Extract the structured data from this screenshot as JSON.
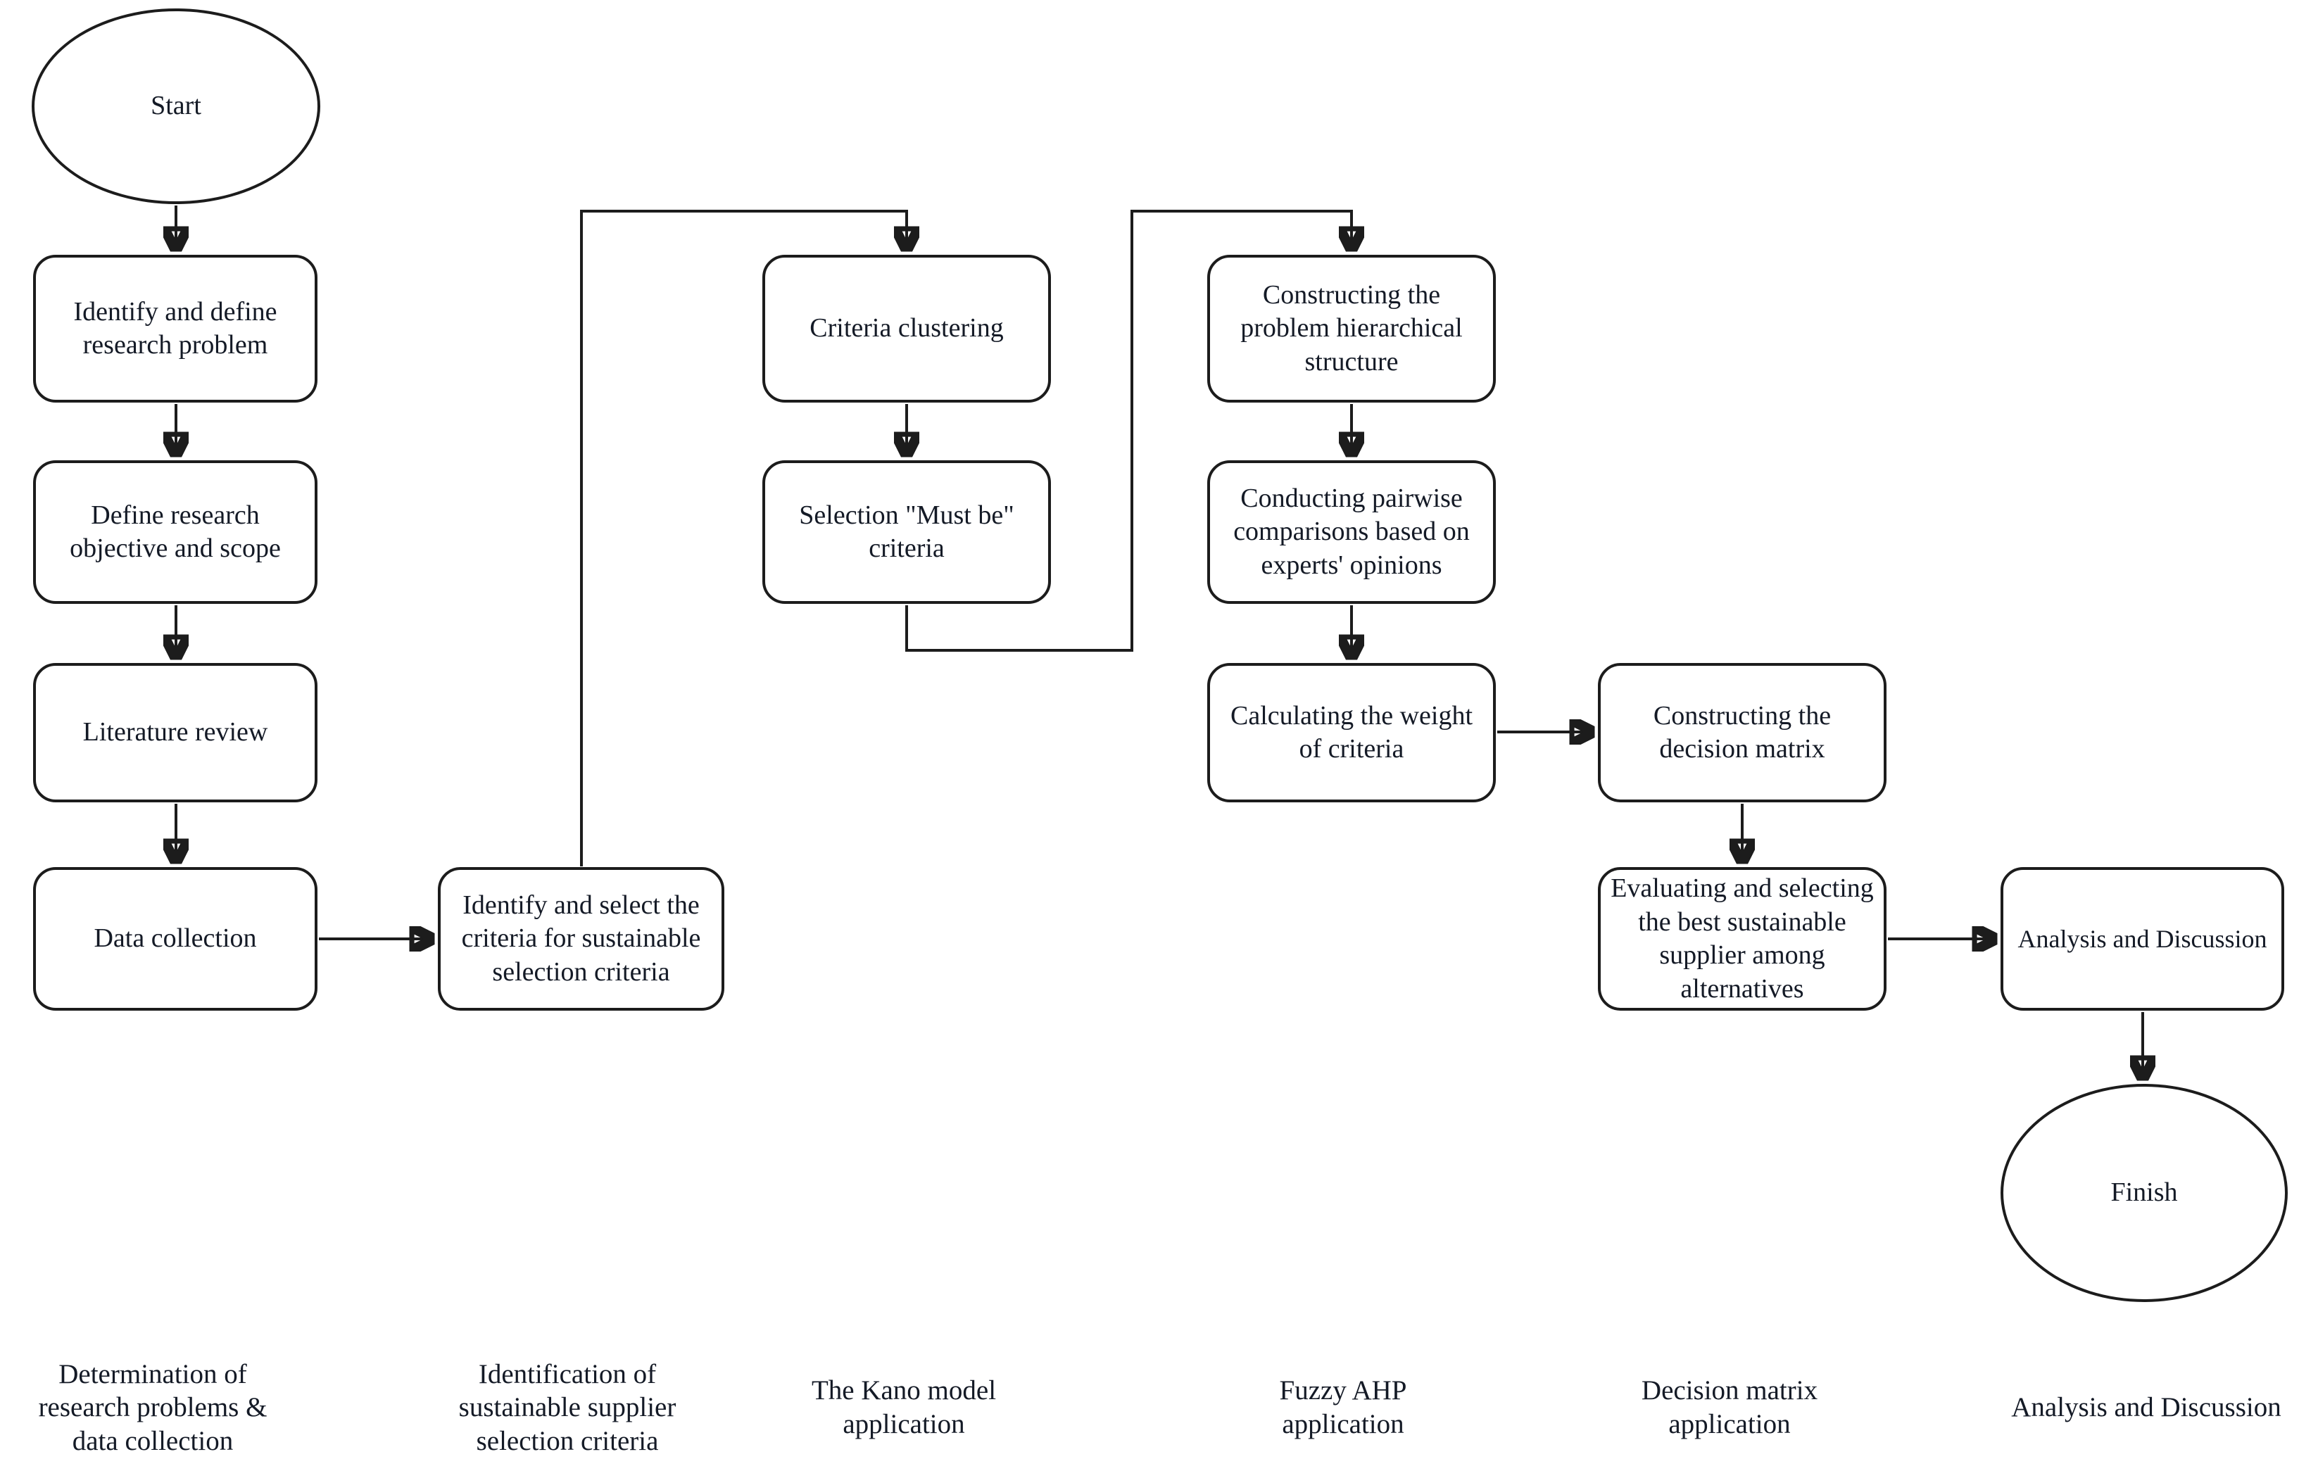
{
  "diagram": {
    "background_color": "#ffffff",
    "stroke_color": "#1c1c1c",
    "text_color": "#141a26",
    "nodes": {
      "start": "Start",
      "identify_problem": "Identify and define research problem",
      "define_objective": "Define research objective and scope",
      "literature_review": "Literature review",
      "data_collection": "Data collection",
      "identify_criteria": "Identify and select the criteria for sustainable selection criteria",
      "criteria_clustering": "Criteria clustering",
      "selection_must_be": "Selection \"Must be\" criteria",
      "hierarchical_structure": "Constructing the problem hierarchical structure",
      "pairwise_comparisons": "Conducting pairwise comparisons based on experts' opinions",
      "weight_calculation": "Calculating the weight of criteria",
      "decision_matrix": "Constructing the decision matrix",
      "evaluating_supplier": "Evaluating and selecting the best sustainable supplier among alternatives",
      "analysis_discussion": "Analysis and Discussion",
      "finish": "Finish"
    },
    "phases": [
      {
        "lines": [
          "Determination of",
          "research problems &",
          "data collection"
        ]
      },
      {
        "lines": [
          "Identification of",
          "sustainable supplier",
          "selection criteria"
        ]
      },
      {
        "lines": [
          "The Kano model",
          "application"
        ]
      },
      {
        "lines": [
          "Fuzzy AHP",
          "application"
        ]
      },
      {
        "lines": [
          "Decision matrix",
          "application"
        ]
      },
      {
        "lines": [
          "Analysis and Discussion"
        ]
      }
    ]
  }
}
